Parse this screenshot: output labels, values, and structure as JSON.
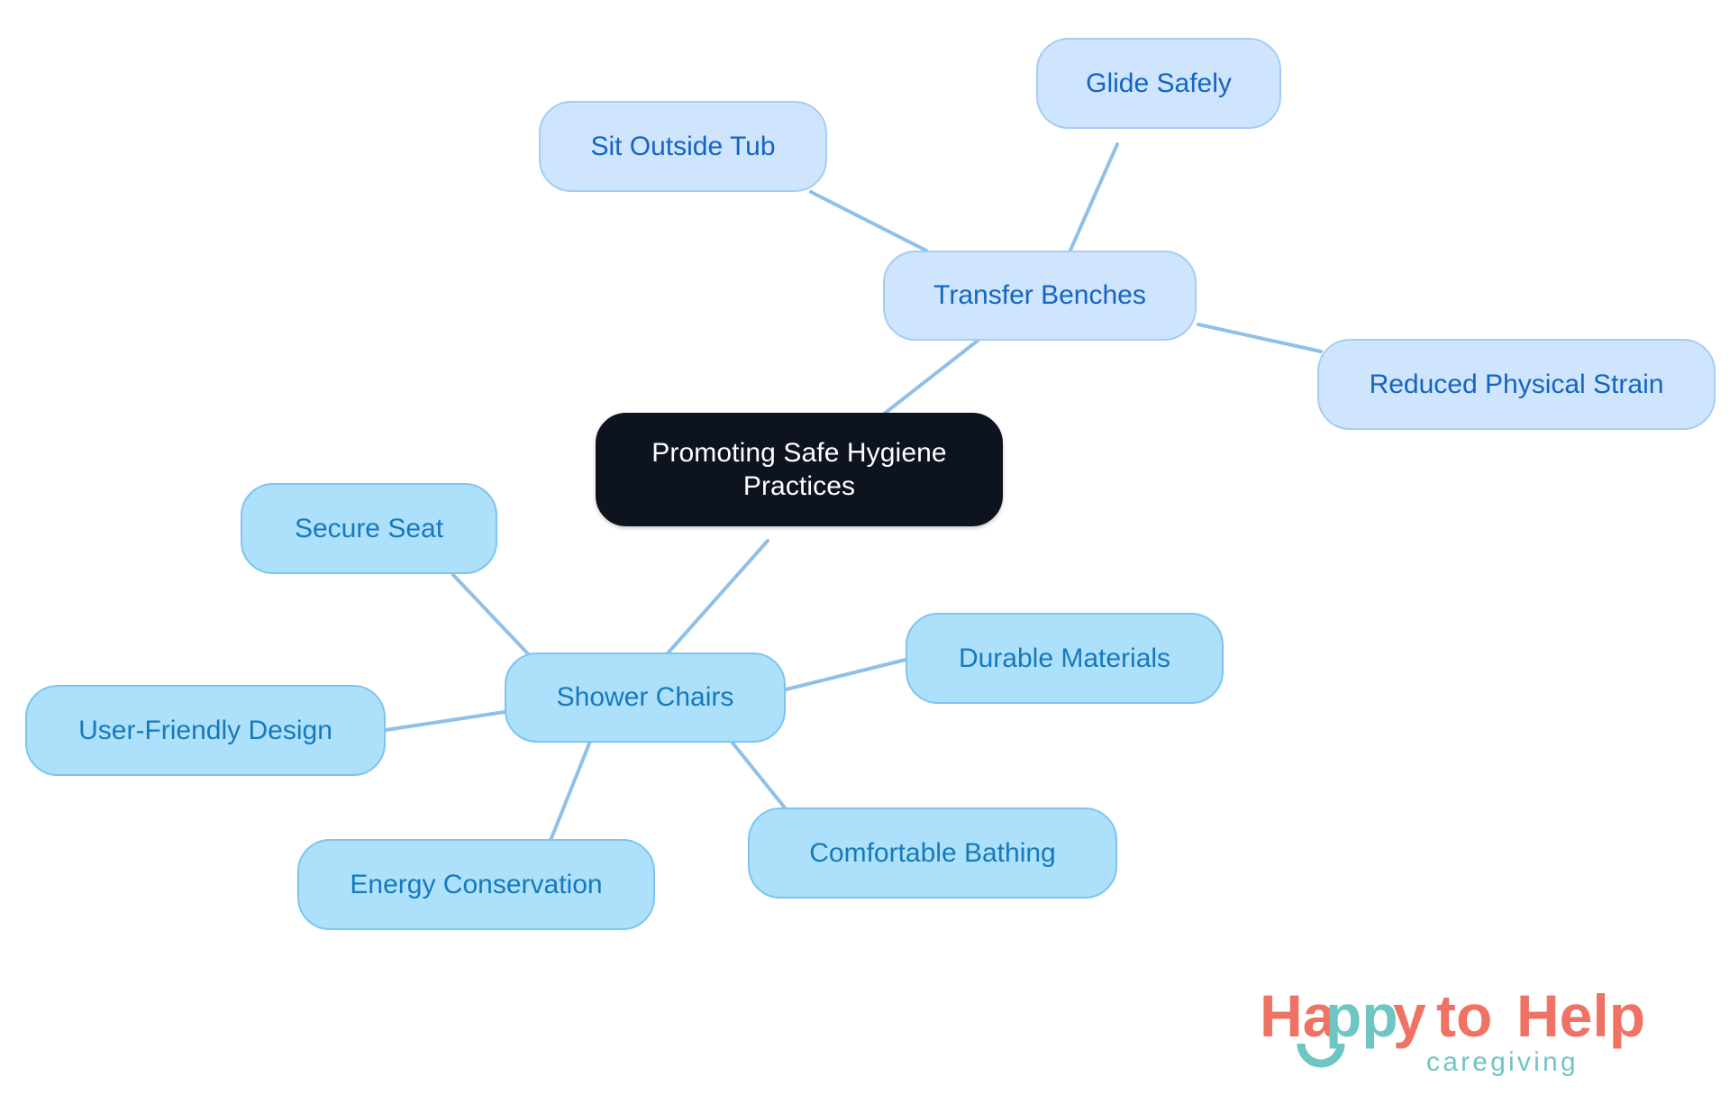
{
  "diagram": {
    "type": "mind-map",
    "background": "#ffffff",
    "palette": {
      "root_fill": "#0d1420",
      "root_text": "#ffffff",
      "branch_a_fill": "#cfe4fd",
      "branch_a_border": "#a6cdf3",
      "branch_a_text": "#1565c0",
      "branch_b_fill": "#ade1fb",
      "branch_b_border": "#7ec4ef",
      "branch_b_text": "#1679bc",
      "edge": "#8fc0e8"
    },
    "root": {
      "label": "Promoting Safe Hygiene\nPractices"
    },
    "branches": [
      {
        "id": "transfer-benches",
        "label": "Transfer Benches",
        "children": [
          {
            "id": "sit-outside-tub",
            "label": "Sit Outside Tub"
          },
          {
            "id": "glide-safely",
            "label": "Glide Safely"
          },
          {
            "id": "reduced-physical-strain",
            "label": "Reduced Physical Strain"
          }
        ]
      },
      {
        "id": "shower-chairs",
        "label": "Shower Chairs",
        "children": [
          {
            "id": "secure-seat",
            "label": "Secure Seat"
          },
          {
            "id": "user-friendly-design",
            "label": "User-Friendly Design"
          },
          {
            "id": "energy-conservation",
            "label": "Energy Conservation"
          },
          {
            "id": "durable-materials",
            "label": "Durable Materials"
          },
          {
            "id": "comfortable-bathing",
            "label": "Comfortable Bathing"
          }
        ]
      }
    ],
    "edges": [
      {
        "from": "root",
        "to": "transfer-benches"
      },
      {
        "from": "transfer-benches",
        "to": "sit-outside-tub"
      },
      {
        "from": "transfer-benches",
        "to": "glide-safely"
      },
      {
        "from": "transfer-benches",
        "to": "reduced-physical-strain"
      },
      {
        "from": "root",
        "to": "shower-chairs"
      },
      {
        "from": "shower-chairs",
        "to": "secure-seat"
      },
      {
        "from": "shower-chairs",
        "to": "user-friendly-design"
      },
      {
        "from": "shower-chairs",
        "to": "energy-conservation"
      },
      {
        "from": "shower-chairs",
        "to": "durable-materials"
      },
      {
        "from": "shower-chairs",
        "to": "comfortable-bathing"
      }
    ]
  },
  "logo": {
    "word_happy": "Happy",
    "word_happy_part1": "Ha",
    "word_happy_part2": "pp",
    "word_happy_part3": "y",
    "word_to": "to",
    "word_help": "Help",
    "tagline": "caregiving",
    "coral": "#ef7265",
    "teal": "#6ec6c2"
  }
}
